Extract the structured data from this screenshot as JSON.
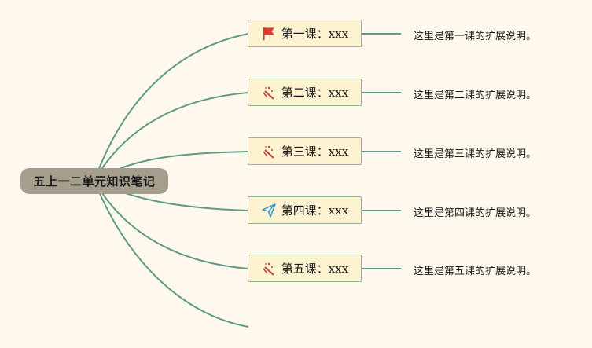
{
  "root": {
    "label": "五上一二单元知识笔记"
  },
  "topics": [
    {
      "label": "第一课：xxx",
      "icon": "red-flag-icon",
      "note": "这里是第一课的扩展说明。"
    },
    {
      "label": "第二课：xxx",
      "icon": "magic-wand-icon",
      "note": "这里是第二课的扩展说明。"
    },
    {
      "label": "第三课：xxx",
      "icon": "magic-wand-icon",
      "note": "这里是第三课的扩展说明。"
    },
    {
      "label": "第四课：xxx",
      "icon": "paper-plane-icon",
      "note": "这里是第四课的扩展说明。"
    },
    {
      "label": "第五课：xxx",
      "icon": "magic-wand-icon",
      "note": "这里是第五课的扩展说明。"
    }
  ],
  "colors": {
    "background": "#fef9ec",
    "root_fill": "#a59e8c",
    "topic_fill": "#fdf3d0",
    "topic_border": "#93b39d",
    "connector": "#5f9a86",
    "flag": "#e03a2f",
    "plane": "#2a8ed0"
  }
}
